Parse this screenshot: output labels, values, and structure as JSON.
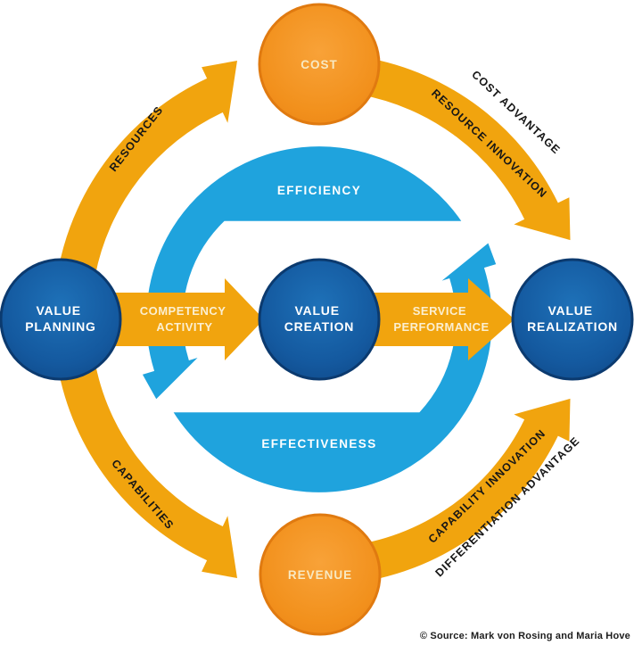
{
  "colors": {
    "gold": "#F1A40E",
    "light_blue": "#1FA3DD",
    "dark_blue_circle": "#14599F",
    "orange_circle": "#F2911D"
  },
  "circles": {
    "cost": {
      "label": "COST"
    },
    "revenue": {
      "label": "REVENUE"
    },
    "value_planning": {
      "line1": "VALUE",
      "line2": "PLANNING"
    },
    "value_creation": {
      "line1": "VALUE",
      "line2": "CREATION"
    },
    "value_realization": {
      "line1": "VALUE",
      "line2": "REALIZATION"
    }
  },
  "ring": {
    "top_label": "EFFICIENCY",
    "bottom_label": "EFFECTIVENESS"
  },
  "flow_arrows": {
    "competency": {
      "line1": "COMPETENCY",
      "line2": "ACTIVITY"
    },
    "service": {
      "line1": "SERVICE",
      "line2": "PERFORMANCE"
    }
  },
  "curved_labels": {
    "resources": "RESOURCES",
    "capabilities": "CAPABILITIES",
    "cost_advantage": "COST ADVANTAGE",
    "resource_innovation": "RESOURCE INNOVATION",
    "capability_innovation": "CAPABILITY INNOVATION",
    "differentiation_advantage": "DIFFERENTIATION ADVANTAGE"
  },
  "footer": {
    "credit": "© Source: Mark von Rosing and Maria Hove"
  }
}
